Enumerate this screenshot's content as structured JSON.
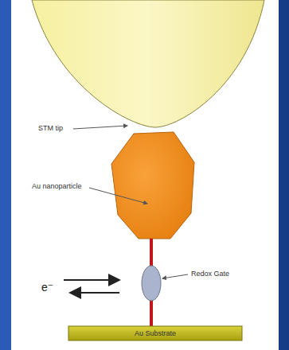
{
  "diagram": {
    "nodes": [
      {
        "text": [
          "Au Substrate"
        ]
      }
    ],
    "labels": [
      "STM tip",
      "Au nanoparticle",
      "Redox Gate",
      "e⁻"
    ]
  }
}
